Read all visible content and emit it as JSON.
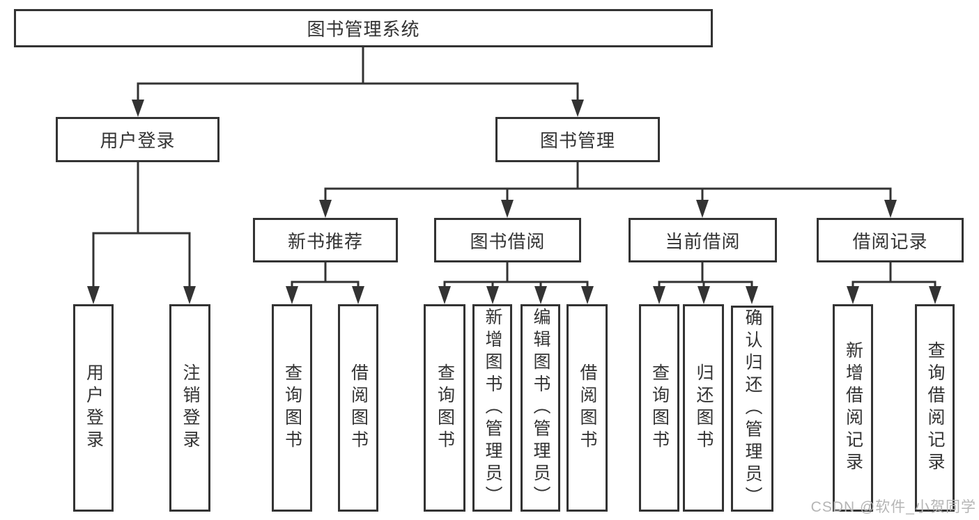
{
  "diagram": {
    "root": {
      "label": "图书管理系统"
    },
    "branches": [
      {
        "label": "用户登录",
        "leaves": [
          {
            "label": "用户登录"
          },
          {
            "label": "注销登录"
          }
        ]
      },
      {
        "label": "图书管理",
        "groups": [
          {
            "label": "新书推荐",
            "leaves": [
              {
                "label": "查询图书"
              },
              {
                "label": "借阅图书"
              }
            ]
          },
          {
            "label": "图书借阅",
            "leaves": [
              {
                "label": "查询图书"
              },
              {
                "label": "新增图书（管理员）"
              },
              {
                "label": "编辑图书（管理员）"
              },
              {
                "label": "借阅图书"
              }
            ]
          },
          {
            "label": "当前借阅",
            "leaves": [
              {
                "label": "查询图书"
              },
              {
                "label": "归还图书"
              },
              {
                "label": "确认归还（管理员）"
              }
            ]
          },
          {
            "label": "借阅记录",
            "leaves": [
              {
                "label": "新增借阅记录"
              },
              {
                "label": "查询借阅记录"
              }
            ]
          }
        ]
      }
    ]
  },
  "watermark": {
    "text": "CSDN @软件_小贺同学",
    "color": "#b5b5b5"
  },
  "colors": {
    "line": "#333333",
    "text": "#333333",
    "background": "#ffffff"
  }
}
